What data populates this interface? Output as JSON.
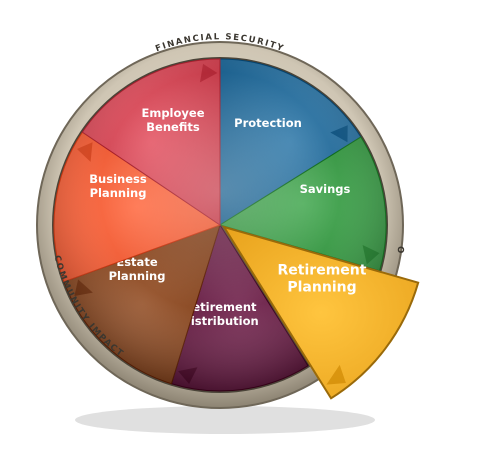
{
  "ring": {
    "top_label": "FINANCIAL SECURITY",
    "left_label": "COMMUNITY IMPACT",
    "right_partial_label": "O"
  },
  "segments": [
    {
      "id": "protection",
      "lines": [
        "Protection"
      ],
      "color": "#1b5f8c"
    },
    {
      "id": "savings",
      "lines": [
        "Savings"
      ],
      "color": "#2e8b3a"
    },
    {
      "id": "retirement-planning",
      "lines": [
        "Retirement",
        "Planning"
      ],
      "color": "#e8a21c",
      "highlighted": true
    },
    {
      "id": "retirement-distribution",
      "lines": [
        "Retirement",
        "Distribution"
      ],
      "color": "#5a1238"
    },
    {
      "id": "estate-planning",
      "lines": [
        "Estate",
        "Planning"
      ],
      "color": "#7a3a14"
    },
    {
      "id": "business-planning",
      "lines": [
        "Business",
        "Planning"
      ],
      "color": "#e4502a"
    },
    {
      "id": "employee-benefits",
      "lines": [
        "Employee",
        "Benefits"
      ],
      "color": "#c23a48"
    }
  ]
}
